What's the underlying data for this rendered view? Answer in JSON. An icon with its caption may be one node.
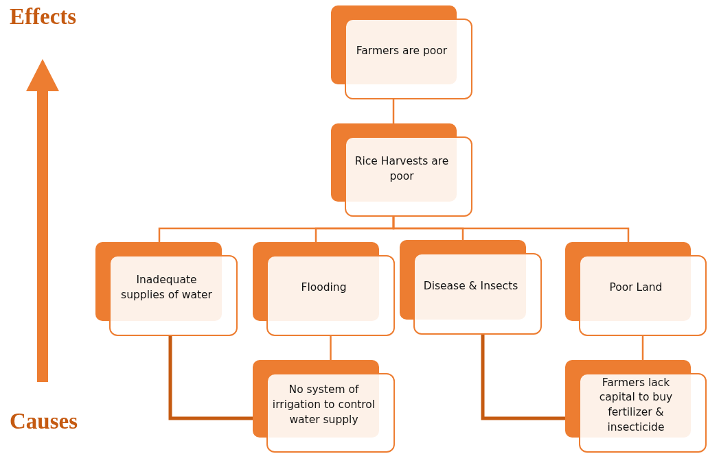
{
  "diagram": {
    "nodes": [
      {
        "text": [
          "Farmers are poor"
        ]
      },
      {
        "text": [
          "Rice Harvests are poor"
        ]
      },
      {
        "text": [
          "Inadequate supplies of water"
        ]
      },
      {
        "text": [
          "Flooding"
        ]
      },
      {
        "text": [
          "Disease & Insects"
        ]
      },
      {
        "text": [
          "Poor Land"
        ]
      },
      {
        "text": [
          "No system of irrigation to control water supply"
        ]
      },
      {
        "text": [
          "Farmers lack capital to buy fertilizer & insecticide"
        ]
      }
    ],
    "edges": [
      {
        "from": 0,
        "to": 1,
        "arrow": "none"
      },
      {
        "from": 1,
        "to": 2,
        "arrow": "none"
      },
      {
        "from": 1,
        "to": 3,
        "arrow": "none"
      },
      {
        "from": 1,
        "to": 4,
        "arrow": "none"
      },
      {
        "from": 1,
        "to": 5,
        "arrow": "none"
      },
      {
        "from": 2,
        "to": 6,
        "arrow": "none",
        "style": "thick",
        "color": "#c55a11"
      },
      {
        "from": 3,
        "to": 6,
        "arrow": "none"
      },
      {
        "from": 4,
        "to": 7,
        "arrow": "none",
        "style": "thick",
        "color": "#c55a11"
      },
      {
        "from": 5,
        "to": 7,
        "arrow": "none"
      }
    ],
    "labels": [
      "Effects",
      "Causes"
    ]
  }
}
